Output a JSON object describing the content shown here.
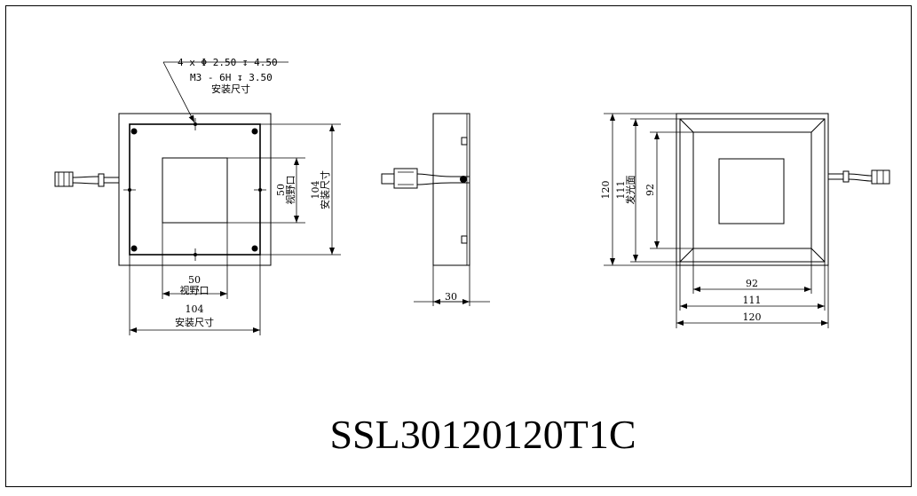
{
  "model": "SSL30120120T1C",
  "front_view": {
    "hole_note_line1": "4 x Φ 2.50 ↧ 4.50",
    "hole_note_line2": "M3 - 6H ↧ 3.50",
    "hole_note_line3": "安装尺寸",
    "dim_window_h_value": "50",
    "dim_window_h_label": "视野口",
    "dim_mount_h_value": "104",
    "dim_mount_h_label": "安装尺寸",
    "dim_window_w_value": "50",
    "dim_window_w_label": "视野口",
    "dim_mount_w_value": "104",
    "dim_mount_w_label": "安装尺寸"
  },
  "side_view": {
    "dim_depth_value": "30"
  },
  "back_view": {
    "dim_total_h_value": "120",
    "dim_emit_h_value": "111",
    "dim_emit_h_label": "发光面",
    "dim_inner_h_value": "92",
    "dim_inner_w_value": "92",
    "dim_emit_w_value": "111",
    "dim_total_w_value": "120"
  }
}
